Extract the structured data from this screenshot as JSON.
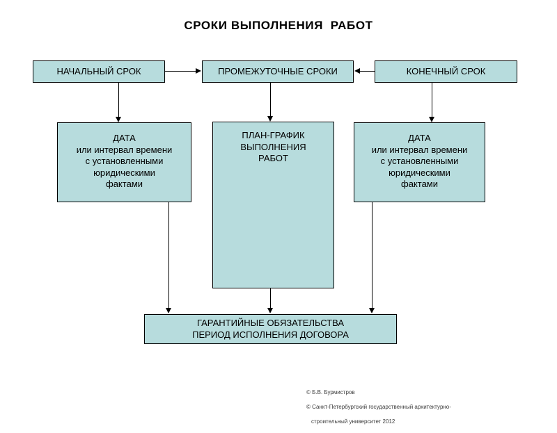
{
  "slide": {
    "title": "СРОКИ ВЫПОЛНЕНИЯ  РАБОТ",
    "background_color": "#ffffff",
    "box_fill_color": "#b7dcdd",
    "box_border_color": "#000000",
    "text_color": "#000000"
  },
  "boxes": {
    "initial_term": {
      "label": "НАЧАЛЬНЫЙ СРОК"
    },
    "interim_terms": {
      "label": "ПРОМЕЖУТОЧНЫЕ СРОКИ"
    },
    "final_term": {
      "label": "КОНЕЧНЫЙ СРОК"
    },
    "date_left": {
      "label": "ДАТА\nили  интервал времени\nс установленными\nюридическими\nфактами"
    },
    "plan_schedule": {
      "label": "ПЛАН-ГРАФИК\nВЫПОЛНЕНИЯ\nРАБОТ"
    },
    "date_right": {
      "label": "ДАТА\nили  интервал времени\nс установленными\nюридическими\nфактами"
    },
    "guarantee": {
      "label": "ГАРАНТИЙНЫЕ ОБЯЗАТЕЛЬСТВА\nПЕРИОД  ИСПОЛНЕНИЯ ДОГОВОРА"
    }
  },
  "connectors": {
    "initial_to_interim": "arrow-right-icon",
    "final_to_interim": "arrow-left-icon",
    "initial_to_date_left": "arrow-down-icon",
    "interim_to_plan": "arrow-down-icon",
    "final_to_date_right": "arrow-down-icon",
    "date_left_to_guarantee": "arrow-down-icon",
    "plan_to_guarantee": "arrow-down-icon",
    "date_right_to_guarantee": "arrow-down-icon"
  },
  "credits": {
    "author": "© Б.В. Бурмистров",
    "org_line1": "© Санкт-Петербургский государственный архитектурно-",
    "org_line2": "строительный университет 2012"
  }
}
